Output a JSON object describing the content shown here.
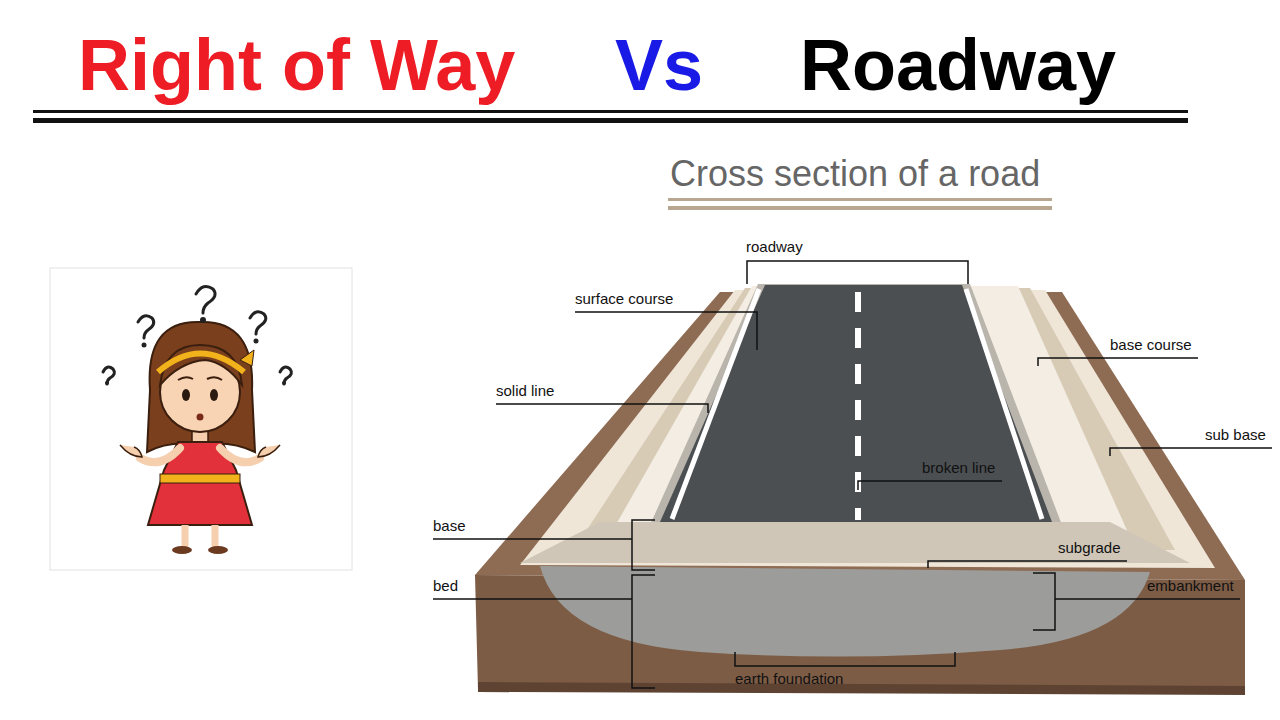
{
  "diagram": {
    "title": "Cross section of a road",
    "labels": [
      "Right of Way",
      "Vs",
      "Roadway",
      "roadway",
      "surface course",
      "solid line",
      "base course",
      "sub base",
      "broken line",
      "base",
      "subgrade",
      "bed",
      "embankment",
      "earth foundation"
    ]
  }
}
